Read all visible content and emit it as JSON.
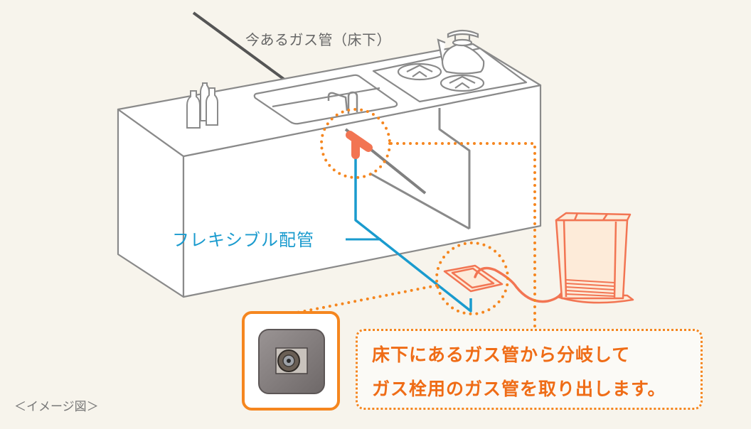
{
  "labels": {
    "existing_pipe": "今あるガス管（床下）",
    "flexible_pipe": "フレキシブル配管",
    "caption": "＜イメージ図＞"
  },
  "callout": {
    "line1": "床下にあるガス管から分岐して",
    "line2": "ガス栓用のガス管を取り出します。"
  },
  "colors": {
    "background": "#f7f4ec",
    "outline": "#8a8a8a",
    "flex_pipe": "#1a9bce",
    "gas_fitting": "#f27553",
    "dotted_highlight": "#f5861f",
    "callout_text": "#ef6c16",
    "heater_fill": "#fdebd9"
  }
}
